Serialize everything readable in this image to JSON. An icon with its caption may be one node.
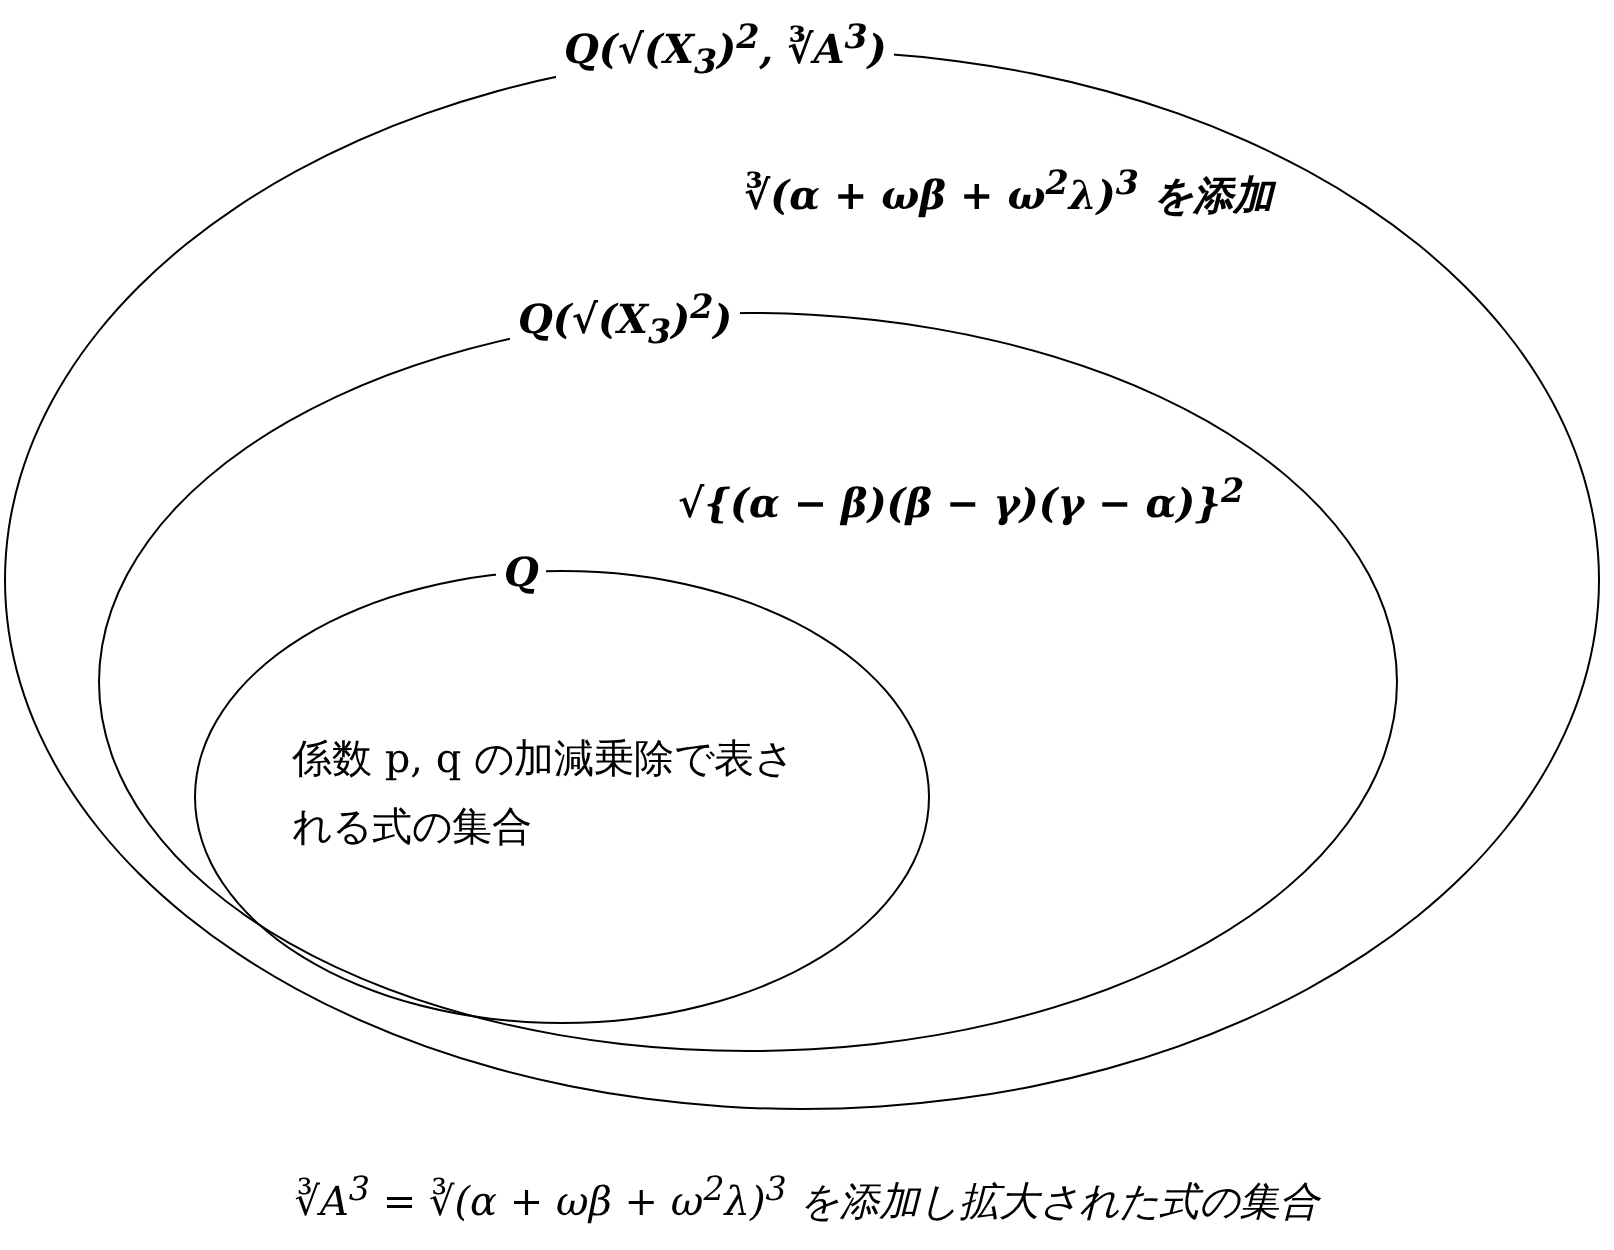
{
  "diagram": {
    "caption": "∛A$^{3}$ = ∛(α + ωβ + ω$^{2}$λ)$^{3}$ を添加し拡大された式の集合",
    "nodes": [
      {
        "text": [
          "Q(√(X$_{3}$)$^{2}$, ∛A$^{3}$)",
          "∛(α + ωβ + ω$^{2}$λ)$^{3}$ を添加"
        ]
      },
      {
        "text": [
          "Q(√(X$_{3}$)$^{2}$)",
          "√{(α − β)(β − γ)(γ − α)}$^{2}$"
        ],
        "in": 0
      },
      {
        "text": [
          "Q",
          "係数 p, q の加減乗除で表される式の集合"
        ],
        "in": 1
      }
    ]
  }
}
